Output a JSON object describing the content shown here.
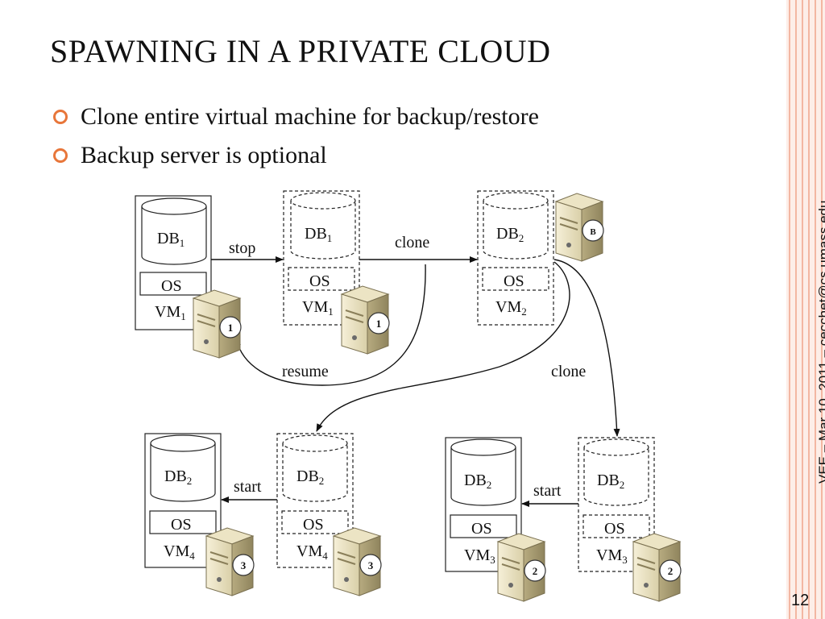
{
  "title": "SPAWNING IN A PRIVATE CLOUD",
  "bullets": [
    "Clone entire virtual machine for backup/restore",
    "Backup server is optional"
  ],
  "sidebar_text": "VEE – Mar 10, 2011 – cecchet@cs.umass.edu",
  "page_number": "12",
  "colors": {
    "bullet": "#e8763a",
    "stripe": "#f3b7a2"
  },
  "diagram": {
    "vms": [
      {
        "db": "DB",
        "db_sub": "1",
        "os": "OS",
        "vm": "VM",
        "vm_sub": "1"
      },
      {
        "db": "DB",
        "db_sub": "1",
        "os": "OS",
        "vm": "VM",
        "vm_sub": "1"
      },
      {
        "db": "DB",
        "db_sub": "2",
        "os": "OS",
        "vm": "VM",
        "vm_sub": "2"
      },
      {
        "db": "DB",
        "db_sub": "2",
        "os": "OS",
        "vm": "VM",
        "vm_sub": "4"
      },
      {
        "db": "DB",
        "db_sub": "2",
        "os": "OS",
        "vm": "VM",
        "vm_sub": "4"
      },
      {
        "db": "DB",
        "db_sub": "2",
        "os": "OS",
        "vm": "VM",
        "vm_sub": "3"
      },
      {
        "db": "DB",
        "db_sub": "2",
        "os": "OS",
        "vm": "VM",
        "vm_sub": "3"
      }
    ],
    "servers": [
      "1",
      "1",
      "B",
      "3",
      "3",
      "2",
      "2"
    ],
    "arrow_labels": {
      "stop": "stop",
      "clone_top": "clone",
      "resume": "resume",
      "clone_right": "clone",
      "start_left": "start",
      "start_right": "start"
    }
  }
}
